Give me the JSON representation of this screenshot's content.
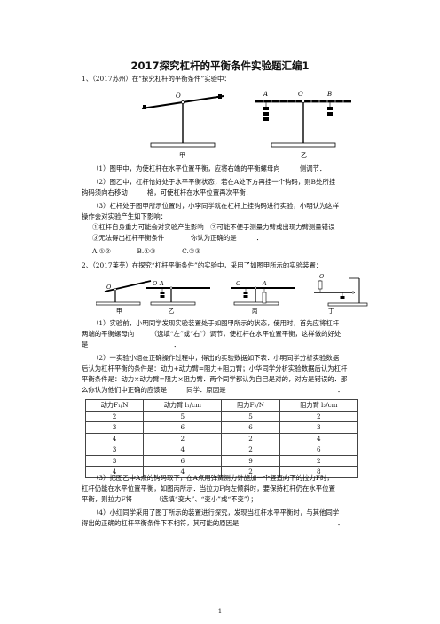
{
  "title": "2017探究杠杆的平衡条件实验题汇编1",
  "q1": {
    "stem": "1、（2017苏州）在“探究杠杆的平衡条件”实验中：",
    "fig_labels": {
      "O1": "O",
      "A": "A",
      "O2": "O",
      "B": "B",
      "cap1": "甲",
      "cap2": "乙"
    },
    "p1": "（1）图甲中，为使杠杆在水平位置平衡，应将右端的平衡螺母向　　　侧调节．",
    "p2a": "（2）图乙中，杠杆恰好处于水平平衡状态，若在A处下方再挂一个钩码，则B处所挂",
    "p2b": "钩码须向右移动　　　格，可使杠杆在水平位置再次平衡．",
    "p3a": "（3）杠杆处于图甲所示位置时，小李同学就在杠杆上挂钩码进行实验，小明认为这样",
    "p3b": "操作会对实验产生如下影响：",
    "opt1": "①杠杆自身重力可能会对实验产生影响　②可能不便于测量力臂或出现力臂测量错误",
    "opt2": "③无法得出杠杆平衡条件　　　　你认为正确的是　　　．",
    "choices": "A.①②　　　　B.①③　　　　C.②③"
  },
  "q2": {
    "stem": "2、（2017莱芜）在探究“杠杆平衡条件”的实验中，采用了如图甲所示的实验装置：",
    "fig_labels": {
      "a": "O",
      "b": "O",
      "c": "A",
      "d": "O",
      "e": "A",
      "f": "O",
      "cap1": "甲",
      "cap2": "乙",
      "cap3": "丙",
      "cap4": "丁"
    },
    "p1a": "（1）实验前，小明同学发现实验装置处于如图甲所示的状态，使用时，首先应将杠杆",
    "p1b": "两端的平衡螺母向　　　（选填“左”或“右”）调节，使杠杆在水平位置平衡，这样做的好处",
    "p1c": "是　　　　　　　　　　　　　．",
    "p2a": "（2）一实验小组在正确操作过程中，得出的实验数据如下表．小明同学分析实验数据",
    "p2b": "后认为杠杆平衡的条件是：动力+动力臂=阻力+阻力臂；小华同学分析实验数据后认为杠杆",
    "p2c": "平衡条件是：动力×动力臂=阻力×阻力臂．两个同学都认为自己是对的，对方是错误的．那",
    "p2d": "么你认为他们中正确的应该是　　　同学．原因是　　　　　　　　　　　　　　　　　．",
    "table": {
      "headers": [
        "动力F₁/N",
        "动力臂 l₁/cm",
        "阻力F₂/N",
        "阻力臂 l₂/cm"
      ],
      "rows": [
        [
          "2",
          "5",
          "5",
          "2"
        ],
        [
          "3",
          "6",
          "6",
          "3"
        ],
        [
          "4",
          "2",
          "2",
          "4"
        ],
        [
          "3",
          "4",
          "2",
          "6"
        ],
        [
          "3",
          "6",
          "9",
          "2"
        ],
        [
          "4",
          "4",
          "2",
          "8"
        ]
      ]
    },
    "p3a": "（3）把图乙中A点的钩码取下，在A点用弹簧测力计施加一个竖直向下的拉力F时，",
    "p3b": "杠杆仍能在水平位置平衡，如图丙所示．当拉力F向左倾斜时，要保持杠杆仍在水平位置",
    "p3c": "平衡，则拉力F将　　　　（选填“变大”、“变小”或“不变”）；",
    "p4a": "（4）小红同学采用了图丁所示的装置进行探究，发现当杠杆水平平衡时，与其他同学",
    "p4b": "得出的正确的杠杆平衡条件下不相符，其可能的原因是　　　　　　　　　　　　　　　．"
  },
  "page_number": "1"
}
